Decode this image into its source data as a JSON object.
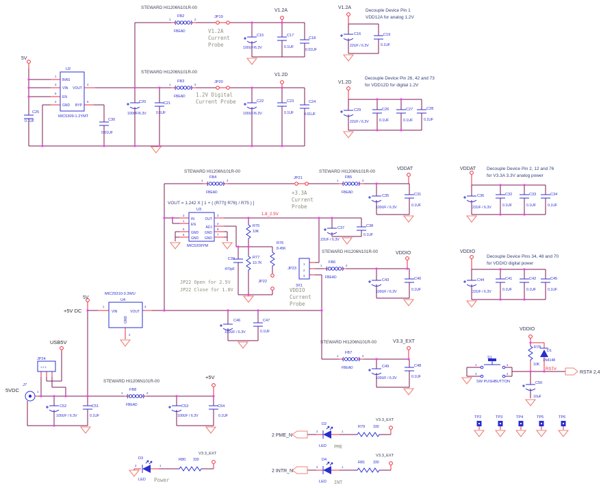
{
  "shared": {
    "steward": "STEWARD HI1206N101R-00",
    "fbead": "FBEAD",
    "led": "LED",
    "pin1": "1",
    "pin2": "2",
    "pin3": "3"
  },
  "nets": {
    "v5": "5V",
    "v12a": "V1.2A",
    "v12d": "V1.2D",
    "vddat": "VDDAT",
    "vddio": "VDDIO",
    "v33ext": "V3.3_EXT",
    "v18_25": "1.8_2.5V",
    "p5vdc": "+5V DC",
    "usb5v": "USB5V",
    "j5vdc": "5VDC",
    "p5v": "+5V",
    "rst": "RST#"
  },
  "ports": {
    "pme": "2 PME_N",
    "intr": "2 INTR_N",
    "rst": "RST# 2,4"
  },
  "notes": {
    "v12a1": "Decouple Device Pin 1",
    "v12a2": "VDD12A for analog 1.2V",
    "v12d1": "Decouple Device Pin 26, 42 and 73",
    "v12d2": "for VDD12D for digital 1.2V",
    "vddat1": "Decouple Device Pin 2, 12 and 76",
    "vddat2": "for V3.3A 3.3V analog power",
    "vddio1": "Decouple Device Pins 34, 48 and 70",
    "vddio2": "for VDDIO digital power",
    "formula": "VOUT = 1.242 X [ 1 + ( (R77|| R76) / R75 ) ]",
    "jp22a": "JP22 Open for 2.5V",
    "jp22b": "JP22 Close for 1.8V"
  },
  "probes": {
    "v12a": [
      "V1.2A",
      "Current",
      "Probe"
    ],
    "v12d": [
      "1.2V Digital",
      "Current Probe"
    ],
    "a33": [
      "+3.3A",
      "Current",
      "Probe"
    ],
    "vddio": [
      "VDDIO",
      "Current",
      "Probe"
    ]
  },
  "ics": {
    "u2": {
      "ref": "U2",
      "part": "MIC5309-1.2YMT",
      "left": [
        {
          "n": "1",
          "name": "BIAS"
        },
        {
          "n": "3",
          "name": "VIN"
        },
        {
          "n": "5",
          "name": "EN"
        },
        {
          "n": "2",
          "name": "GND"
        }
      ],
      "right": [
        {
          "n": "4",
          "name": "VOUT"
        },
        {
          "n": "6",
          "name": "BYP"
        }
      ]
    },
    "u3": {
      "ref": "U3",
      "part": "MIC5209YM",
      "left": [
        {
          "n": "2",
          "name": "IN"
        },
        {
          "n": "1",
          "name": "EN"
        },
        {
          "n": "5",
          "name": "GND"
        },
        {
          "n": "6",
          "name": "GND"
        }
      ],
      "right": [
        {
          "n": "3",
          "name": "OUT"
        },
        {
          "n": "4",
          "name": "ADJ"
        },
        {
          "n": "8",
          "name": "GND"
        },
        {
          "n": "7",
          "name": "GND"
        }
      ]
    },
    "u4": {
      "ref": "U4",
      "part": "MIC29310-3.3WU",
      "vin": "VIN",
      "vout": "VOUT",
      "gnd": "GND",
      "n1": "1",
      "n3": "3",
      "n2": "2"
    }
  },
  "ferrites": {
    "fb2": "FB2",
    "fb3": "FB3",
    "fb4": "FB4",
    "fb5": "FB5",
    "fb6": "FB6",
    "fb7": "FB7",
    "fb8": "FB8"
  },
  "jumpers": {
    "jp19": "JP19",
    "jp20": "JP20",
    "jp21": "JP21",
    "jp22": "JP22",
    "jp23": "JP23",
    "jp23_type": "3X1",
    "jp24": "JP24",
    "jp24_pins": "1 2 3"
  },
  "caps": {
    "C15": {
      "r": "C15",
      "v": "100UF/6.3V"
    },
    "C17": {
      "r": "C17",
      "v": "0.1UF"
    },
    "C18": {
      "r": "C18",
      "v": "0.01UF"
    },
    "C20": {
      "r": "C20",
      "v": "100UF/6.3V"
    },
    "C21": {
      "r": "C21",
      "v": "0.1UF"
    },
    "C25": {
      "r": "C25",
      "v": "0.1UF"
    },
    "C30": {
      "r": "C30",
      "v": "0.01UF"
    },
    "C22": {
      "r": "C22",
      "v": "100UF/6.3V"
    },
    "C23": {
      "r": "C23",
      "v": "0.1UF"
    },
    "C24": {
      "r": "C24",
      "v": "0.01UF"
    },
    "C16": {
      "r": "C16",
      "v": "22UF / 6.3V"
    },
    "C19": {
      "r": "C19",
      "v": "0.1UF"
    },
    "C29": {
      "r": "C29",
      "v": "22UF / 6.3V"
    },
    "C26": {
      "r": "C26",
      "v": "0.1UF"
    },
    "C27": {
      "r": "C27",
      "v": "0.1UF"
    },
    "C28": {
      "r": "C28",
      "v": "0.1UF"
    },
    "C35": {
      "r": "C35",
      "v": "100UF / 6.3V"
    },
    "C31": {
      "r": "C31",
      "v": "0.1UF"
    },
    "C36": {
      "r": "C36",
      "v": "22UF / 6.3V"
    },
    "C32": {
      "r": "C32",
      "v": "0.1UF"
    },
    "C33": {
      "r": "C33",
      "v": "0.1UF"
    },
    "C34": {
      "r": "C34",
      "v": "0.1UF"
    },
    "C37": {
      "r": "C37",
      "v": "22UF / 6.3V"
    },
    "C38": {
      "r": "C38",
      "v": "0.1UF"
    },
    "C43": {
      "r": "C43",
      "v": "100UF / 6.3V"
    },
    "C40": {
      "r": "C40",
      "v": "0.1UF"
    },
    "C44": {
      "r": "C44",
      "v": "22UF / 6.3V"
    },
    "C41": {
      "r": "C41",
      "v": "0.1UF"
    },
    "C42": {
      "r": "C42",
      "v": "0.1UF"
    },
    "C45": {
      "r": "C45",
      "v": "0.1UF"
    },
    "C46": {
      "r": "C46",
      "v": "100UF / 6.3V"
    },
    "C47": {
      "r": "C47",
      "v": "0.1UF"
    },
    "C49": {
      "r": "C49",
      "v": "100UF / 6.3V"
    },
    "C48": {
      "r": "C48",
      "v": "0.1UF"
    },
    "C39": {
      "r": "C39",
      "v": "470pF"
    },
    "C50": {
      "r": "C50",
      "v": "10uF"
    },
    "C52": {
      "r": "C52",
      "v": "100UF / 6.3V"
    },
    "C51": {
      "r": "C51",
      "v": "0.1UF"
    },
    "C53": {
      "r": "C53",
      "v": "100UF / 6.3V"
    },
    "C54": {
      "r": "C54",
      "v": "0.1UF"
    }
  },
  "resistors": {
    "r75": {
      "ref": "R75",
      "val": "10K"
    },
    "r76": {
      "ref": "R76",
      "val": "8.45K"
    },
    "r77": {
      "ref": "R77",
      "val": "10.7K"
    },
    "r78": {
      "ref": "R78",
      "val": "10K"
    },
    "r79": {
      "ref": "R79",
      "val": "330"
    },
    "r80": {
      "ref": "R80",
      "val": "330"
    },
    "r81": {
      "ref": "R81",
      "val": "330"
    }
  },
  "diodes": {
    "d1": {
      "ref": "D1",
      "part": "1N4148"
    },
    "d2": {
      "ref": "D2",
      "name": "PME"
    },
    "d3": {
      "ref": "D3",
      "name": "Power"
    },
    "d4": {
      "ref": "D4",
      "name": "INT"
    }
  },
  "switch": {
    "ref": "S1",
    "part": "SW PUSHBUTTON",
    "p1": "1",
    "p2": "2",
    "p3": "3",
    "p4": "4"
  },
  "connectors": {
    "j7": "J7"
  },
  "testpoints": [
    "TP2",
    "TP3",
    "TP4",
    "TP5",
    "TP6"
  ],
  "colors": {
    "wire": "#7d1452",
    "pin_red": "#ea2839",
    "component_blue": "#2a2dd0",
    "ground": "#ef8177",
    "junction": "#f23ff2",
    "note": "#324078",
    "mono": "#8e8e7e"
  }
}
